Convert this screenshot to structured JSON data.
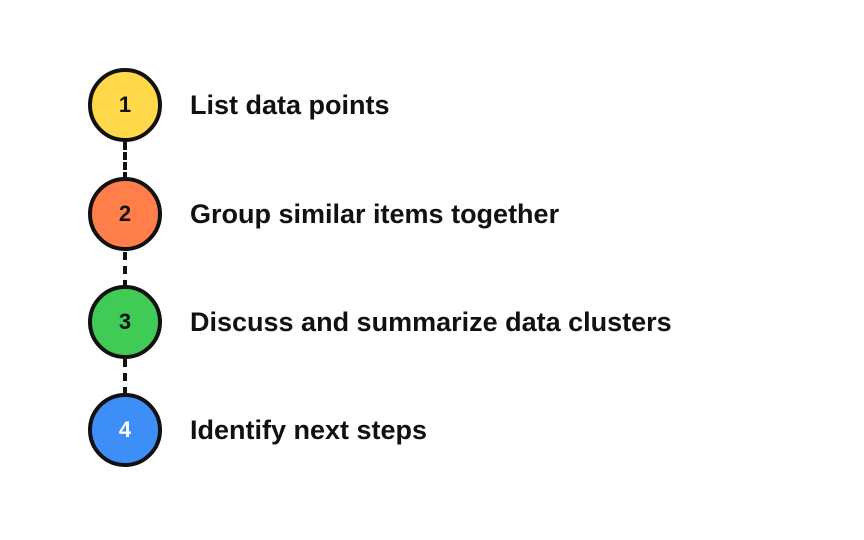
{
  "steps": [
    {
      "number": "1",
      "label": "List data points",
      "color": "#FFD94A",
      "number_color": "#111111"
    },
    {
      "number": "2",
      "label": "Group similar items together",
      "color": "#FF7E4A",
      "number_color": "#111111"
    },
    {
      "number": "3",
      "label": "Discuss and summarize data clusters",
      "color": "#3FCB55",
      "number_color": "#111111"
    },
    {
      "number": "4",
      "label": "Identify next steps",
      "color": "#3D8EF7",
      "number_color": "#ffffff"
    }
  ],
  "line_color": "#111111"
}
